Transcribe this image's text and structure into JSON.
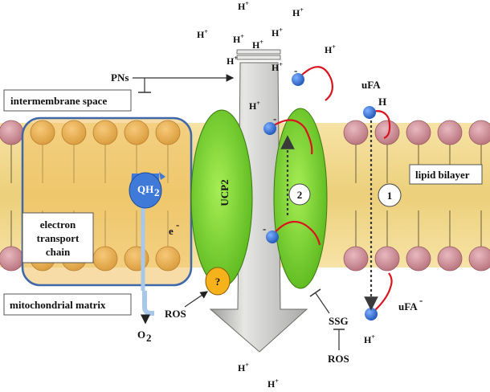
{
  "labels": {
    "intermembrane_space": "intermembrane space",
    "mitochondrial_matrix": "mitochondrial matrix",
    "lipid_bilayer": "lipid bilayer",
    "etc_line1": "electron",
    "etc_line2": "transport",
    "etc_line3": "chain",
    "ucp2": "UCP2",
    "qh2": "QH",
    "qh2_sub": "2",
    "electron": "e",
    "electron_sup": "-",
    "pns": "PNs",
    "ros_left": "ROS",
    "ros_bottom": "ROS",
    "ssg": "SSG",
    "o2": "O",
    "o2_sub": "2",
    "ufa": "uFA",
    "ufa_h": "H",
    "ufa_minus": "uFA",
    "ufa_minus_sup": "-",
    "question": "?",
    "step1": "1",
    "step2": "2",
    "minus": "-",
    "proton": "H",
    "proton_sup": "+"
  },
  "colors": {
    "membrane_band": "#f2d890",
    "lipid_head": "#c98a93",
    "etc_box": "#f0c060",
    "etc_border": "#3f68a8",
    "ucp2_fill": "#7fd12e",
    "arrow_fill": "#c8c9c6",
    "fatty_acid_tail": "#d9141e",
    "fatty_acid_head": "#2f6fd0",
    "q_icon": "#3f7ad8",
    "question_fill": "#f5b21a"
  }
}
